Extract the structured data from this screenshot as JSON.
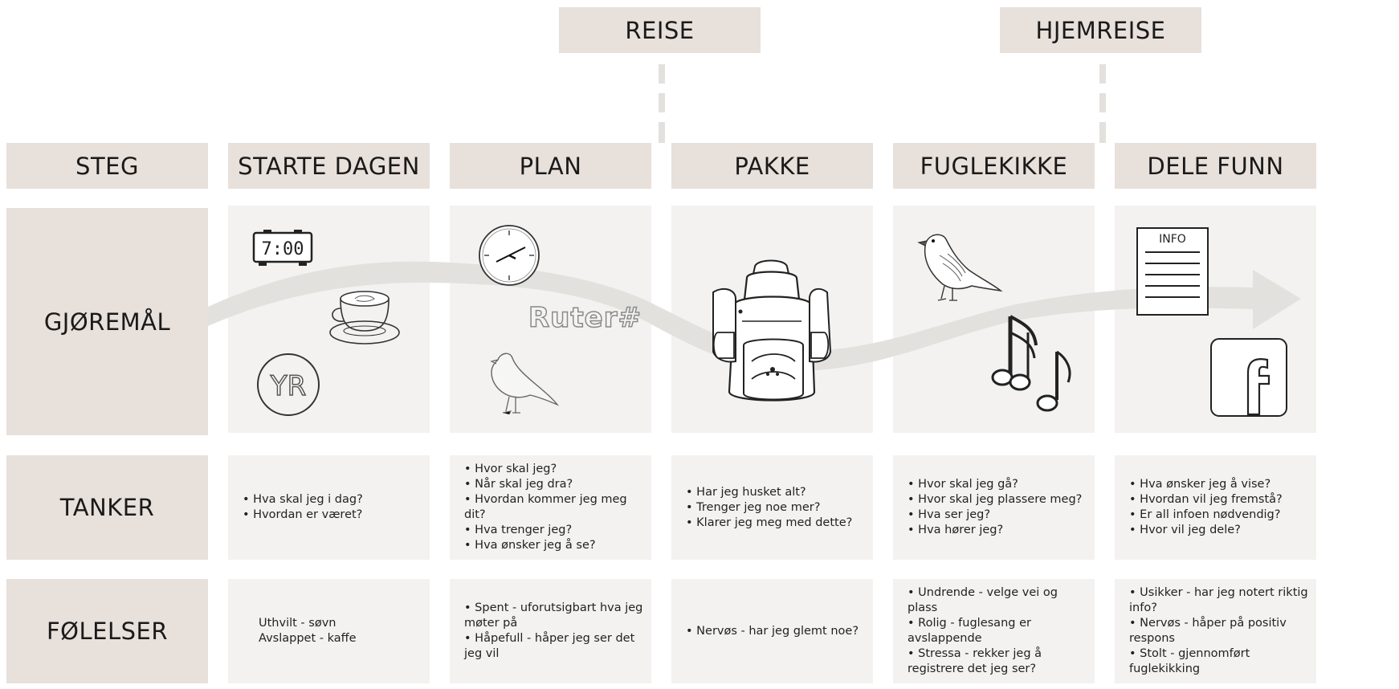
{
  "phases": {
    "reise": "REISE",
    "hjemreise": "HJEMREISE"
  },
  "headers": {
    "steg": "STEG",
    "starte_dagen": "STARTE DAGEN",
    "plan": "PLAN",
    "pakke": "PAKKE",
    "fuglekikke": "FUGLEKIKKE",
    "dele_funn": "DELE FUNN"
  },
  "rows": {
    "gjoremal": "GJØREMÅL",
    "tanker": "TANKER",
    "folelser": "FØLELSER"
  },
  "icons": {
    "alarm_clock_text": "7:00",
    "ruter_logo": "Ruter#",
    "yr_logo": "YR",
    "info_label": "INFO",
    "starte_dagen": [
      "alarm-clock-icon",
      "coffee-cup-icon",
      "yr-logo-icon"
    ],
    "plan": [
      "wall-clock-icon",
      "ruter-logo-icon",
      "bird-outline-icon"
    ],
    "pakke": [
      "backpack-icon"
    ],
    "fuglekikke": [
      "sparrow-icon",
      "music-notes-icon"
    ],
    "dele_funn": [
      "info-document-icon",
      "facebook-icon"
    ]
  },
  "tanker": {
    "starte_dagen": [
      "Hva skal jeg i dag?",
      "Hvordan er været?"
    ],
    "plan": [
      "Hvor skal jeg?",
      "Når skal jeg dra?",
      "Hvordan kommer jeg meg dit?",
      "Hva trenger jeg?",
      "Hva ønsker jeg å se?"
    ],
    "pakke": [
      "Har jeg husket alt?",
      "Trenger jeg noe mer?",
      "Klarer jeg meg med dette?"
    ],
    "fuglekikke": [
      "Hvor skal jeg gå?",
      "Hvor skal jeg plassere meg?",
      "Hva ser jeg?",
      "Hva hører jeg?"
    ],
    "dele_funn": [
      "Hva ønsker jeg å vise?",
      "Hvordan vil jeg fremstå?",
      "Er all infoen nødvendig?",
      "Hvor vil jeg dele?"
    ]
  },
  "folelser": {
    "starte_dagen": [
      "Uthvilt - søvn",
      "Avslappet - kaffe"
    ],
    "plan": [
      "Spent - uforutsigbart hva jeg møter på",
      "Håpefull - håper jeg ser det jeg vil"
    ],
    "pakke": [
      "Nervøs - har jeg glemt noe?"
    ],
    "fuglekikke": [
      "Undrende - velge vei og plass",
      "Rolig - fuglesang er avslappende",
      "Stressa - rekker jeg å registrere det jeg ser?"
    ],
    "dele_funn": [
      "Usikker - har jeg notert riktig info?",
      "Nervøs - håper på positiv respons",
      "Stolt - gjennomført fuglekikking"
    ]
  },
  "colors": {
    "header_bg": "#e8e0db",
    "cell_bg": "#f3f2f0",
    "arrow": "#e2e1dd"
  }
}
